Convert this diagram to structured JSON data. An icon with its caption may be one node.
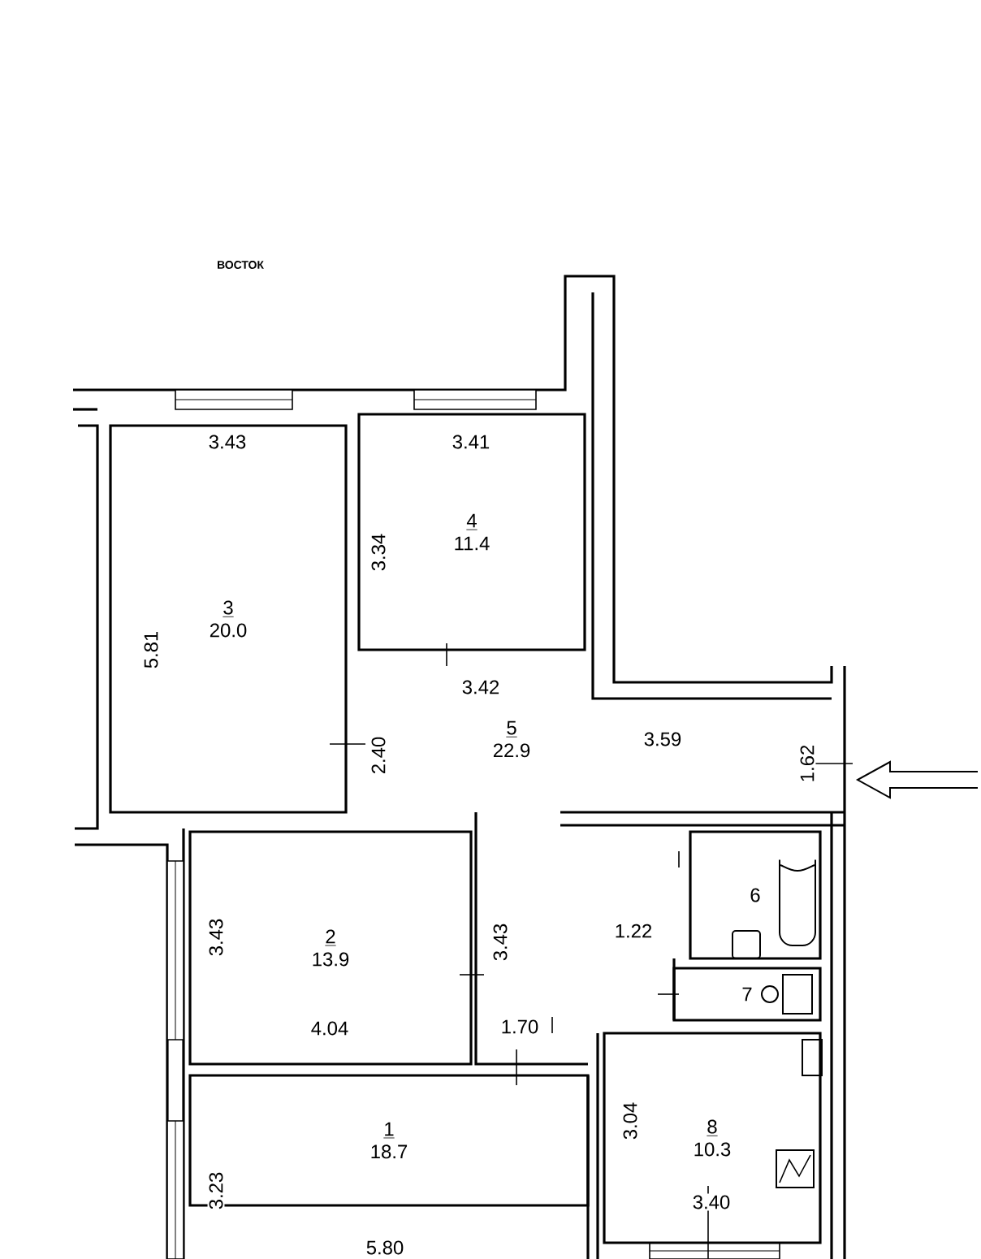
{
  "diagram": {
    "nodes": [
      {
        "text": [
          "3",
          "20.0"
        ]
      },
      {
        "text": [
          "4",
          "11.4"
        ]
      },
      {
        "text": [
          "5",
          "22.9"
        ]
      },
      {
        "text": [
          "2",
          "13.9"
        ]
      },
      {
        "text": [
          "6"
        ]
      },
      {
        "text": [
          "7"
        ]
      },
      {
        "text": [
          "8",
          "10.3"
        ]
      },
      {
        "text": [
          "1",
          "18.7"
        ]
      }
    ],
    "labels": [
      "ВОСТОК",
      "3.43",
      "3.41",
      "3.34",
      "5.81",
      "3.42",
      "2.40",
      "3.59",
      "1.62",
      "1.22",
      "3.43",
      "3.43",
      "4.04",
      "1.70",
      "3.04",
      "3.23",
      "3.40",
      "5.80"
    ]
  }
}
